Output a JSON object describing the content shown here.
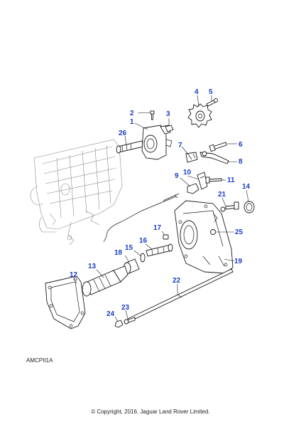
{
  "figure_ref": "AMCPII1A",
  "copyright": "© Copyright, 2016. Jaguar Land Rover Limited.",
  "callouts": [
    "1",
    "2",
    "3",
    "4",
    "5",
    "6",
    "7",
    "8",
    "9",
    "10",
    "11",
    "12",
    "13",
    "14",
    "15",
    "16",
    "17",
    "18",
    "19",
    "21",
    "22",
    "23",
    "24",
    "25",
    "26"
  ],
  "colors": {
    "callout": "#1a3cc8",
    "line": "#1a1a1a",
    "ghost": "#8a8a8a"
  }
}
